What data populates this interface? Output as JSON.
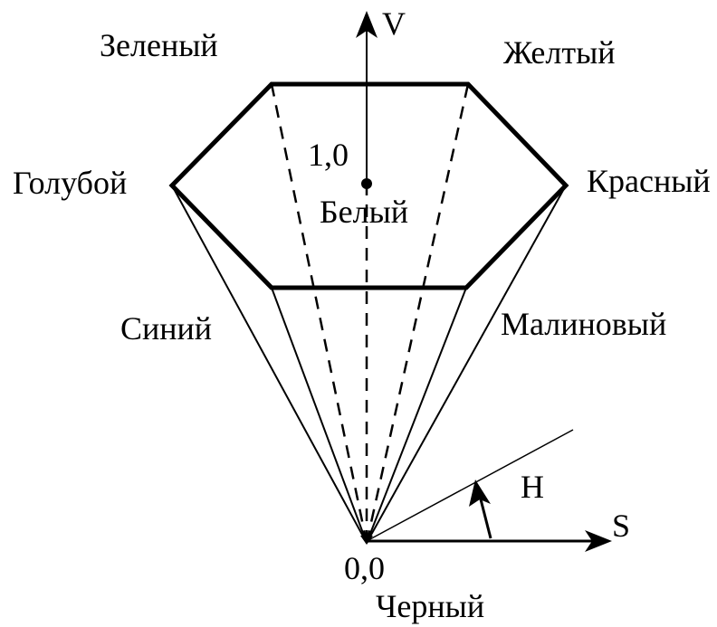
{
  "labels": {
    "v_axis": "V",
    "s_axis": "S",
    "h_angle": "H",
    "green": "Зеленый",
    "yellow": "Желтый",
    "cyan": "Голубой",
    "red": "Красный",
    "blue": "Синий",
    "magenta": "Малиновый",
    "white": "Белый",
    "white_value": "1,0",
    "black": "Черный",
    "black_value": "0,0"
  },
  "colors": {
    "line": "#000000",
    "background": "#ffffff"
  }
}
